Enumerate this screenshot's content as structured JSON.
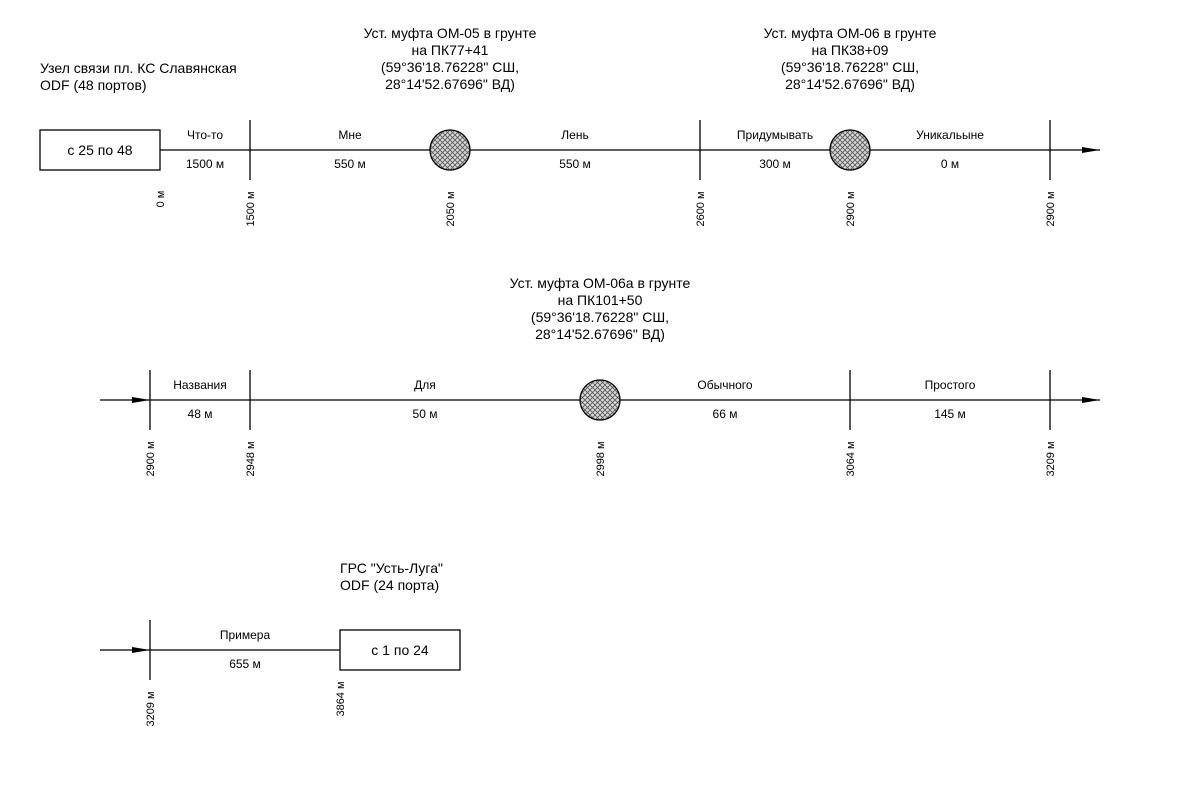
{
  "colors": {
    "line": "#000000",
    "background": "#ffffff",
    "coupling_fill": "hatched gray"
  },
  "rows": [
    {
      "start": {
        "type": "odf",
        "title": [
          "Узел связи пл. КС Славянская",
          "ODF (48 портов)"
        ],
        "box_label": "с 25 по 48",
        "distance": "0 м"
      },
      "segments": [
        {
          "name": "Что-то",
          "length": "1500 м"
        },
        {
          "name": "Мне",
          "length": "550 м"
        },
        {
          "name": "Лень",
          "length": "550 м"
        },
        {
          "name": "Придумывать",
          "length": "300 м"
        },
        {
          "name": "Уникальыне",
          "length": "0 м"
        }
      ],
      "nodes": [
        {
          "type": "tick",
          "distance": "1500 м"
        },
        {
          "type": "coupling",
          "distance": "2050 м",
          "title": [
            "Уст. муфта ОМ-05 в грунте",
            "на ПК77+41",
            "(59°36'18.76228\" СШ,",
            "28°14'52.67696\" ВД)"
          ]
        },
        {
          "type": "tick",
          "distance": "2600 м"
        },
        {
          "type": "coupling",
          "distance": "2900 м",
          "title": [
            "Уст. муфта ОМ-06 в грунте",
            "на ПК38+09",
            "(59°36'18.76228\" СШ,",
            "28°14'52.67696\" ВД)"
          ]
        },
        {
          "type": "tick",
          "distance": "2900 м"
        }
      ],
      "continues": true
    },
    {
      "start": {
        "type": "arrow_in",
        "distance": "2900 м"
      },
      "segments": [
        {
          "name": "Названия",
          "length": "48 м"
        },
        {
          "name": "Для",
          "length": "50 м"
        },
        {
          "name": "Обычного",
          "length": "66 м"
        },
        {
          "name": "Простого",
          "length": "145 м"
        }
      ],
      "nodes": [
        {
          "type": "tick",
          "distance": "2948 м"
        },
        {
          "type": "coupling",
          "distance": "2998 м",
          "title": [
            "Уст. муфта ОМ-06а в грунте",
            "на ПК101+50",
            "(59°36'18.76228\" СШ,",
            "28°14'52.67696\" ВД)"
          ]
        },
        {
          "type": "tick",
          "distance": "3064 м"
        },
        {
          "type": "tick",
          "distance": "3209 м"
        }
      ],
      "continues": true
    },
    {
      "start": {
        "type": "arrow_in",
        "distance": "3209 м"
      },
      "segments": [
        {
          "name": "Примера",
          "length": "655 м"
        }
      ],
      "nodes": [
        {
          "type": "odf",
          "distance": "3864 м",
          "title": [
            "ГРС \"Усть-Луга\"",
            "ODF (24 порта)"
          ],
          "box_label": "с 1 по 24"
        }
      ],
      "continues": false
    }
  ]
}
